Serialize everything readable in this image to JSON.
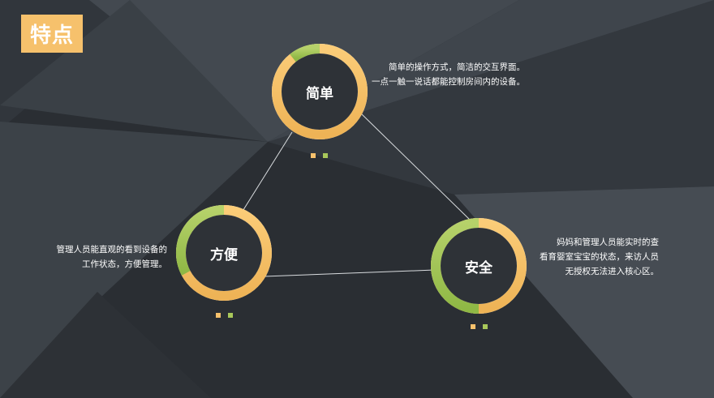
{
  "title": "特点",
  "features": [
    {
      "name": "简单",
      "desc_lines": [
        "简单的操作方式，简洁的交互界面。",
        "一点一触一说话都能控制房间内的设备。"
      ]
    },
    {
      "name": "方便",
      "desc_lines": [
        "管理人员能直观的看到设备的",
        "工作状态，方便管理。"
      ]
    },
    {
      "name": "安全",
      "desc_lines": [
        "妈妈和管理人员能实时的查",
        "看育婴室宝宝的状态，来访人员",
        "无授权无法进入核心区。"
      ]
    }
  ],
  "colors": {
    "background": "#2b2f34",
    "accent_orange": "#f6c16c",
    "accent_green": "#a8c75a",
    "text": "#ffffff"
  }
}
